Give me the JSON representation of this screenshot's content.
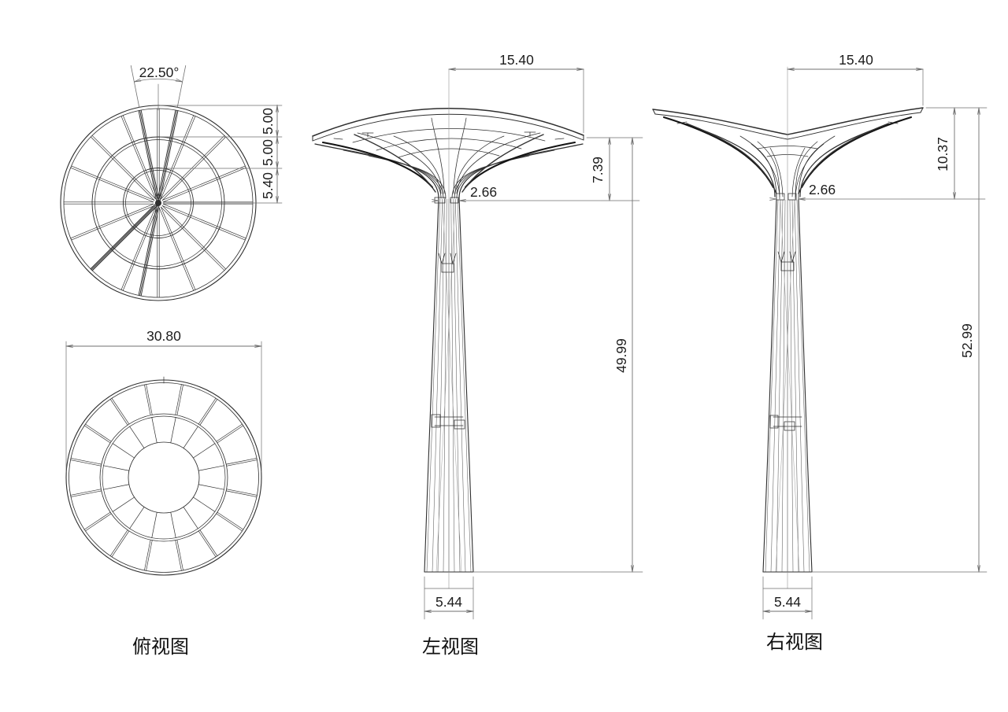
{
  "colors": {
    "background": "#ffffff",
    "line": "#2e2e2e",
    "dimension": "#6f6f6f",
    "text": "#1c1c1c"
  },
  "views": {
    "top": {
      "caption": "俯视图",
      "plan": {
        "angle": "22.50°",
        "rings": [
          "5.00",
          "5.00",
          "5.40"
        ]
      },
      "lower": {
        "diameter": "30.80"
      }
    },
    "left": {
      "caption": "左视图",
      "dims": {
        "canopy_width": "15.40",
        "canopy_drop": "7.39",
        "neck_width": "2.66",
        "trunk_height": "49.99",
        "base_width": "5.44"
      }
    },
    "right": {
      "caption": "右视图",
      "dims": {
        "canopy_width": "15.40",
        "canopy_drop": "10.37",
        "neck_width": "2.66",
        "total_height": "52.99",
        "base_width": "5.44"
      }
    }
  }
}
